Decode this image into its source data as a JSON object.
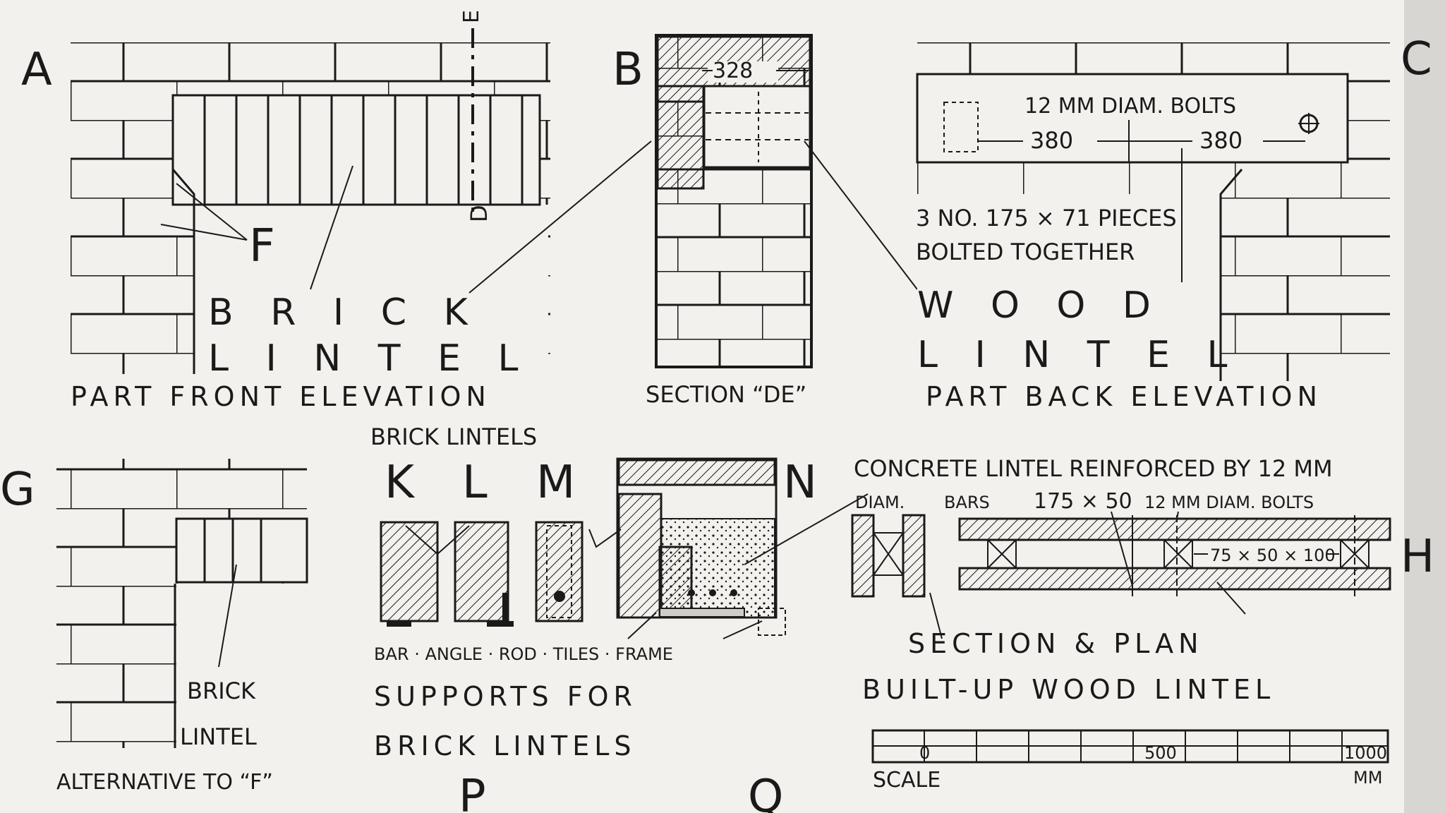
{
  "letters": {
    "A": "A",
    "B": "B",
    "C": "C",
    "D": "D",
    "E": "E",
    "F": "F",
    "G": "G",
    "H": "H",
    "K": "K",
    "L": "L",
    "M": "M",
    "N": "N",
    "P": "P",
    "Q": "Q"
  },
  "panel_a": {
    "brick": "B R I C K",
    "lintel": "L I N T E L",
    "caption": "PART FRONT ELEVATION"
  },
  "panel_b": {
    "dimension": "328",
    "caption": "SECTION “DE”"
  },
  "panel_c": {
    "bolts_label": "12 MM DIAM. BOLTS",
    "spacing_left": "380",
    "spacing_right": "380",
    "pieces_line1": "3 NO. 175 × 71 PIECES",
    "pieces_line2": "BOLTED TOGETHER",
    "wood": "W O O D",
    "lintel": "L I N T E L",
    "caption": "PART BACK ELEVATION"
  },
  "panel_g": {
    "label_line1": "BRICK",
    "label_line2": "LINTEL",
    "caption": "ALTERNATIVE TO “F”"
  },
  "panel_klmn": {
    "heading": "BRICK LINTELS",
    "support_types": "BAR · ANGLE · ROD · TILES · FRAME",
    "caption_line1": "SUPPORTS FOR",
    "caption_line2": "BRICK LINTELS"
  },
  "panel_h": {
    "concrete_line1": "CONCRETE LINTEL REINFORCED BY 12 MM",
    "concrete_line2": "DIAM.",
    "bars": "BARS",
    "size_piece": "175 × 50",
    "bolt_label": "12 MM DIAM. BOLTS",
    "spacer": "75 × 50 × 100",
    "caption_line1": "SECTION & PLAN",
    "caption_line2": "BUILT-UP WOOD LINTEL"
  },
  "scale_bar": {
    "label": "SCALE",
    "tick_0": "0",
    "tick_500": "500",
    "tick_1000": "1000",
    "unit": "MM"
  }
}
